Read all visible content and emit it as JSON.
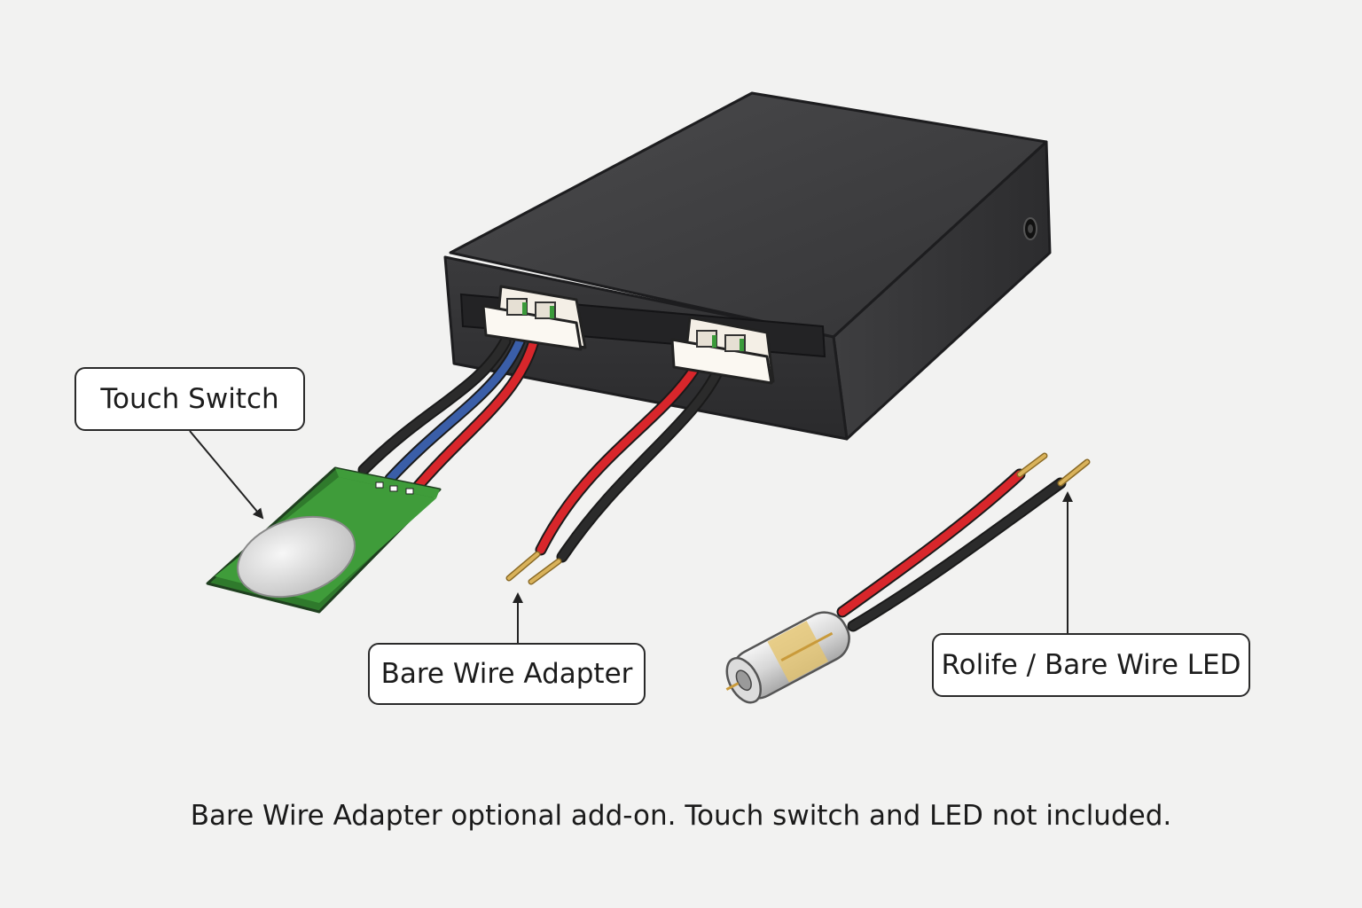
{
  "labels": {
    "touch_switch": "Touch Switch",
    "bare_wire_adapter": "Bare Wire Adapter",
    "led": "Rolife / Bare Wire LED"
  },
  "caption": "Bare Wire Adapter optional add-on. Touch switch and LED not included.",
  "colors": {
    "background": "#f2f2f1",
    "housing": "#3b3b3d",
    "connector": "#f4efe6",
    "wire_red": "#d8262b",
    "wire_black": "#2b2b2b",
    "wire_blue": "#3a5ea8",
    "pcb": "#3f9c3a",
    "pin": "#d9b25a"
  }
}
